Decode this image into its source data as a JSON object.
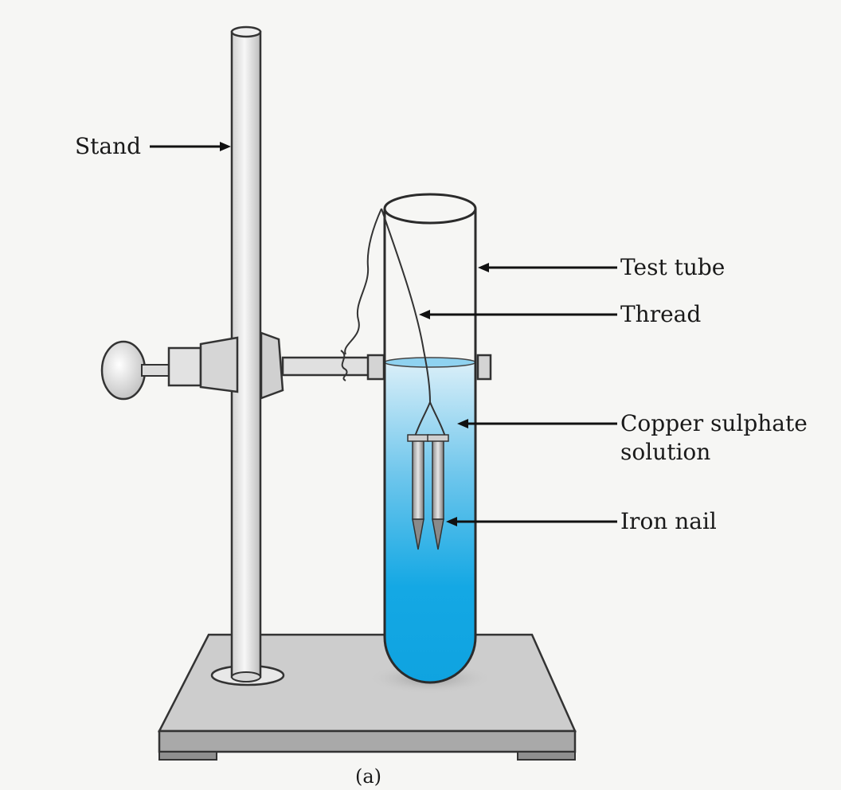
{
  "labels": {
    "stand": "Stand",
    "test_tube": "Test tube",
    "thread": "Thread",
    "solution_line1": "Copper sulphate",
    "solution_line2": "solution",
    "iron_nail": "Iron nail"
  },
  "caption": "(a)",
  "colors": {
    "solution": "#14a8e4",
    "ink": "#1a1a1a",
    "paper": "#f6f6f4"
  }
}
